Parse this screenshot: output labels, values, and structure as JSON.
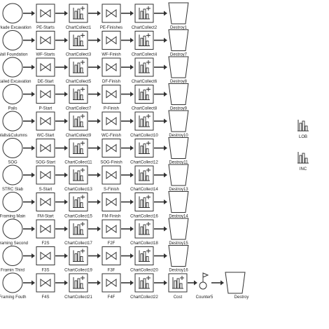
{
  "diagram": {
    "rows": [
      {
        "source": "Parkade Excavation",
        "start": "PE-Starts",
        "collect1": "ChartCollect1",
        "finish": "PE-Finishes",
        "collect2": "ChartCollect2",
        "sink": "Destroy1"
      },
      {
        "source": "Wall Foundation",
        "start": "WF-Starts",
        "collect1": "ChartCollect3",
        "finish": "WF-Finish",
        "collect2": "ChartCollect4",
        "sink": "Destroy7"
      },
      {
        "source": "Detailed Excavation",
        "start": "DE-Start",
        "collect1": "ChartCollect5",
        "finish": "DF-Finish",
        "collect2": "ChartCollect6",
        "sink": "Destroy8"
      },
      {
        "source": "Pails",
        "start": "P-Start",
        "collect1": "ChartCollect7",
        "finish": "P-Finish",
        "collect2": "ChartCollect8",
        "sink": "Destroy9"
      },
      {
        "source": "Walls&Culumns",
        "start": "WC-Start",
        "collect1": "ChartCollect9",
        "finish": "WC-Finish",
        "collect2": "ChartCollect10",
        "sink": "Destroy10"
      },
      {
        "source": "SOG",
        "start": "SOG-Start",
        "collect1": "ChartCollect11",
        "finish": "SOG-Finish",
        "collect2": "ChartCollect12",
        "sink": "Destroy11"
      },
      {
        "source": "STRC Slab",
        "start": "S-Start",
        "collect1": "ChartCollect13",
        "finish": "S-Finish",
        "collect2": "ChartCollect14",
        "sink": "Destroy13"
      },
      {
        "source": "Framing Main",
        "start": "FM-Start",
        "collect1": "ChartCollect15",
        "finish": "FM-Finish",
        "collect2": "ChartCollect16",
        "sink": "Destroy14"
      },
      {
        "source": "Framing Second",
        "start": "F2S",
        "collect1": "ChartCollect17",
        "finish": "F2F",
        "collect2": "ChartCollect18",
        "sink": "Destroy15"
      },
      {
        "source": "Framin Third",
        "start": "F3S",
        "collect1": "ChartCollect19",
        "finish": "F3F",
        "collect2": "ChartCollect20",
        "sink": "Destroy16"
      },
      {
        "source": "Framing Fouth",
        "start": "F4S",
        "collect1": "ChartCollect21",
        "finish": "F4F",
        "collect2": "ChartCollect22",
        "sink": "Destroy"
      }
    ],
    "last_row_extra": {
      "collect3": "Cost",
      "counter": "Counter5"
    },
    "side_charts": [
      "LOB",
      "INC"
    ],
    "colors": {
      "line": "#333333",
      "text": "#222222",
      "fill": "#ffffff"
    }
  }
}
